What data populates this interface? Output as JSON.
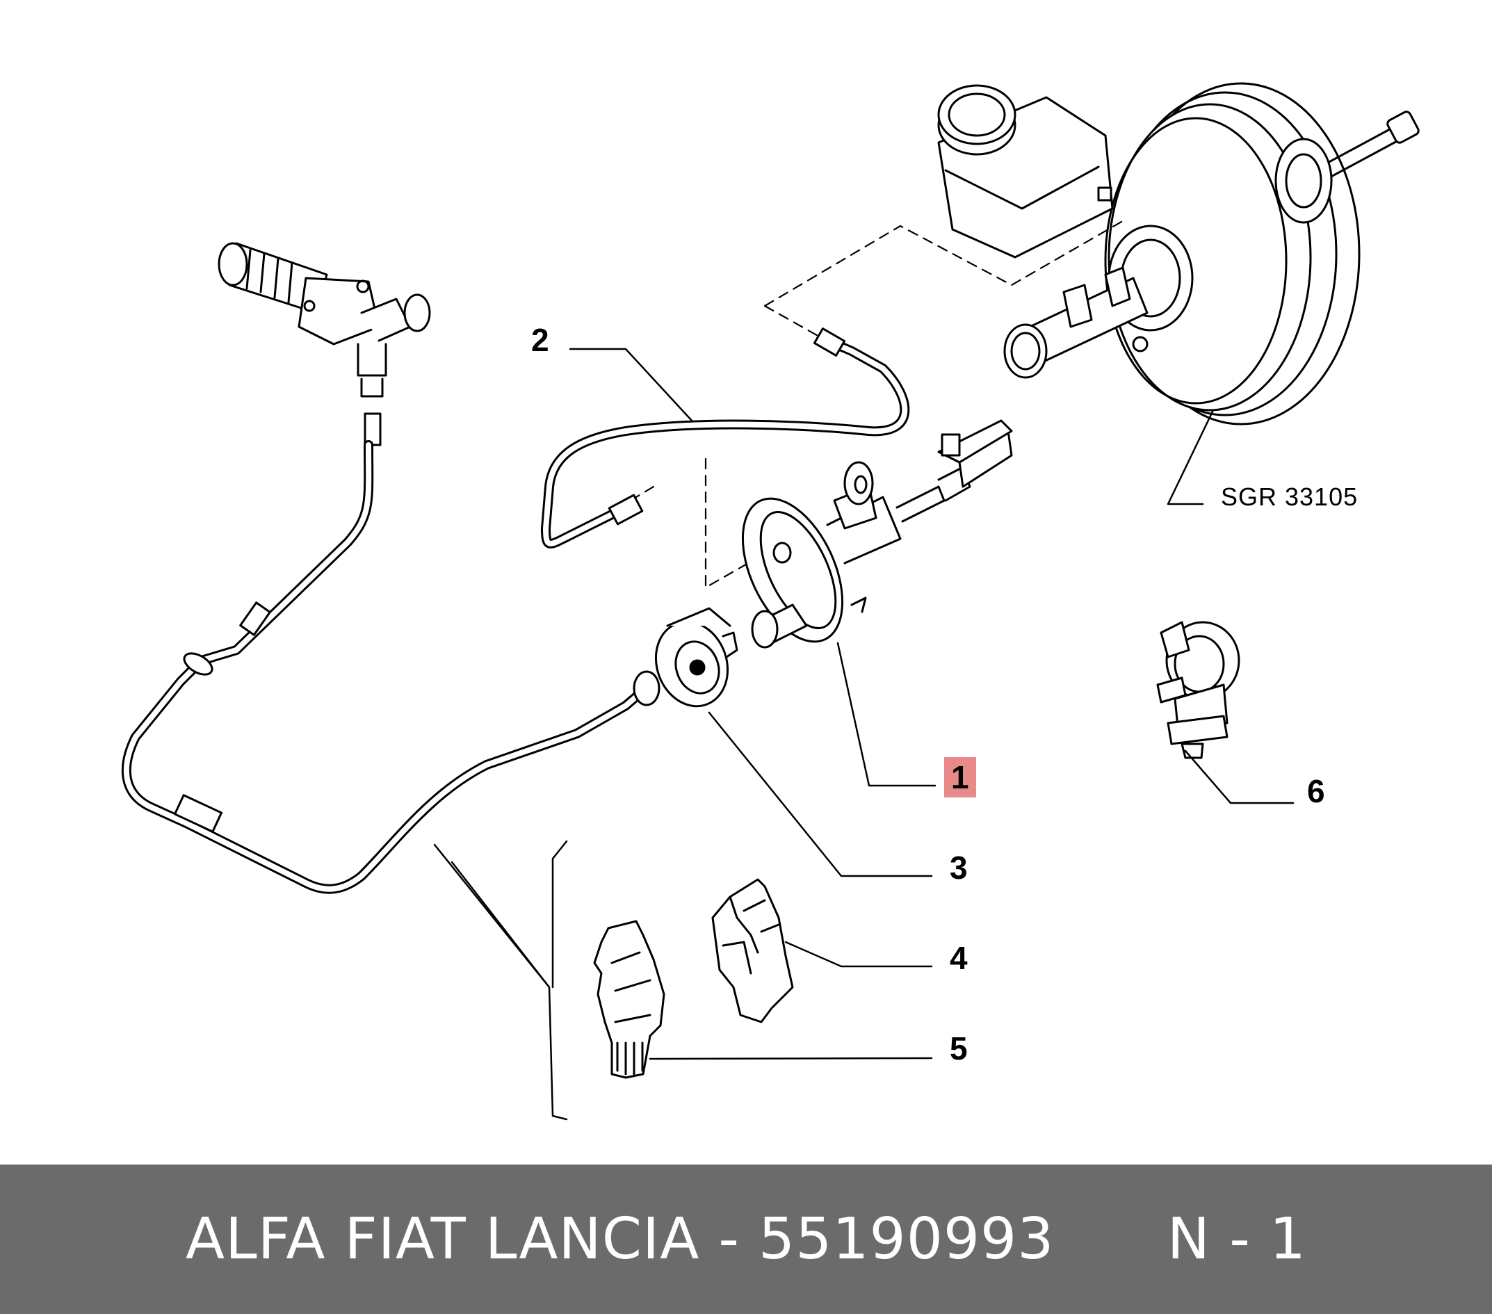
{
  "callouts": [
    {
      "id": "1",
      "label": "1",
      "highlighted": true,
      "highlight_color": "#e98a8a"
    },
    {
      "id": "2",
      "label": "2"
    },
    {
      "id": "3",
      "label": "3"
    },
    {
      "id": "4",
      "label": "4"
    },
    {
      "id": "5",
      "label": "5"
    },
    {
      "id": "6",
      "label": "6"
    }
  ],
  "reference_code": "SGR 33105",
  "footer": {
    "brand_and_part": "ALFA FIAT LANCIA - 55190993",
    "sheet": "N - 1",
    "background_color": "#6b6b6b",
    "text_color": "#ffffff"
  }
}
